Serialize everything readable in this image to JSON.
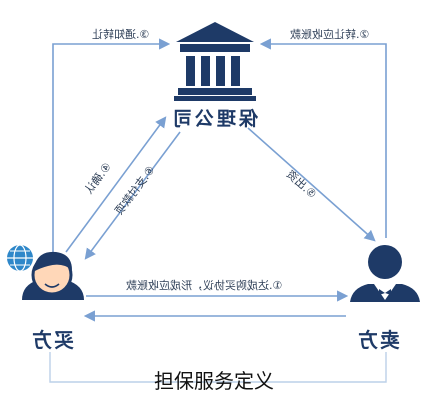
{
  "diagram": {
    "company": "保理公司",
    "buyer": "买方",
    "seller": "卖方",
    "step1": "①.达成购买协议，形成应收账款",
    "step2": "②.转让应收账款",
    "step3": "③.通知转让",
    "step4": "④.确认",
    "step5": "⑤.出资",
    "step6": "⑥.支付款项"
  },
  "caption": "担保服务定义",
  "colors": {
    "line": "#7aa0d2",
    "accent": "#1e3a67",
    "skin": "#ffd7b8",
    "globe": "#2e87c9"
  }
}
